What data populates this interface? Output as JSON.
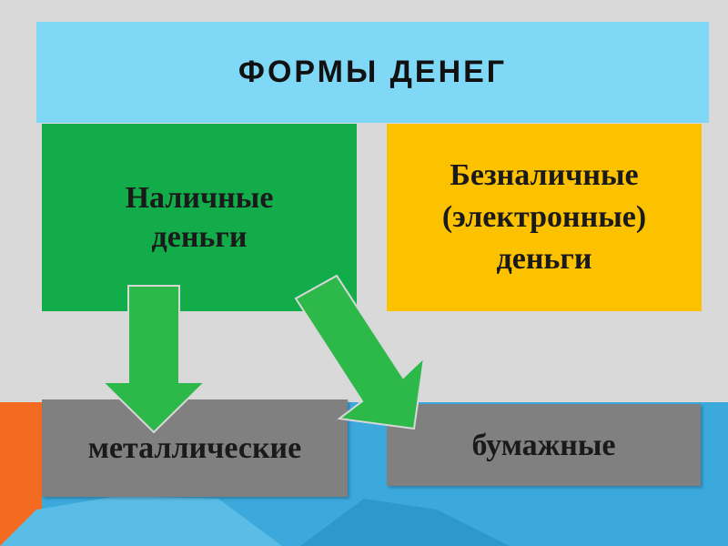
{
  "title": "ФОРМЫ ДЕНЕГ",
  "boxes": {
    "cash": "Наличные\nденьги",
    "noncash": "Безналичные\n(электронные)\nденьги",
    "metal": "металлические",
    "paper": "бумажные"
  },
  "colors": {
    "title_bg": "#7fd8f5",
    "cash_bg": "#12ad4a",
    "noncash_bg": "#fcc200",
    "leaf_bg": "#808080",
    "arrow": "#2db84a",
    "accent_orange": "#f26b21",
    "accent_blue": "#3ba9dc"
  }
}
